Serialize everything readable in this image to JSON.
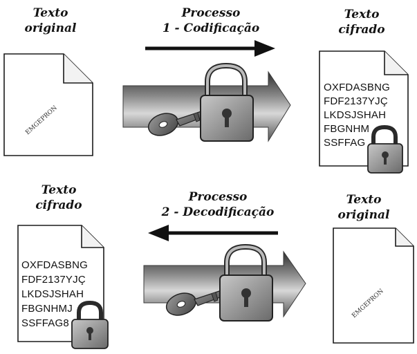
{
  "top": {
    "left_label": [
      "Texto",
      "original"
    ],
    "center_label": [
      "Processo",
      "1 - Codificação"
    ],
    "right_label": [
      "Texto",
      "cifrado"
    ],
    "stamp": "EMGEPRON",
    "cipher_lines": [
      "OXFDASBNG",
      "FDF2137YJÇ",
      "LKDSJSHAH",
      "FBGNHM",
      "SSFFAG"
    ]
  },
  "bottom": {
    "left_label": [
      "Texto",
      "cifrado"
    ],
    "center_label": [
      "Processo",
      "2 - Decodificação"
    ],
    "right_label": [
      "Texto",
      "original"
    ],
    "stamp": "EMGEPRON",
    "cipher_lines": [
      "OXFDASBNG",
      "FDF2137YJÇ",
      "LKDSJSHAH",
      "FBGNHMJ",
      "SSFFAG8"
    ]
  },
  "colors": {
    "ink": "#141414",
    "band_dark": "#3a3a3a",
    "band_light": "#e6e6e6",
    "lock_body": "#9a9a9a",
    "key": "#6e6e6e"
  },
  "icons": [
    "document-icon",
    "padlock-icon",
    "key-icon",
    "arrow-right-icon",
    "arrow-left-icon"
  ]
}
